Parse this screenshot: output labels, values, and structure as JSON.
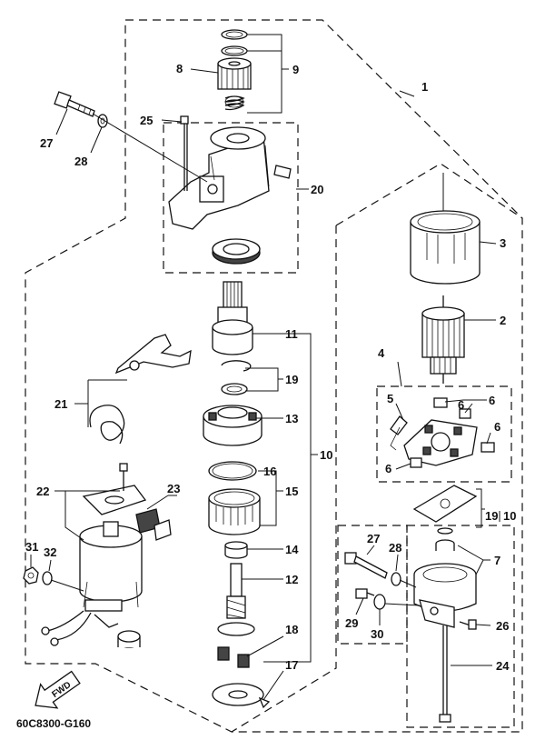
{
  "drawing_code": "60C8300-G160",
  "fwd_label": "FWD",
  "callouts": [
    "1",
    "2",
    "3",
    "4",
    "5",
    "6",
    "6",
    "6",
    "6",
    "7",
    "8",
    "9",
    "10",
    "11",
    "12",
    "13",
    "14",
    "15",
    "16",
    "17",
    "18",
    "19",
    "19",
    "10",
    "20",
    "21",
    "22",
    "23",
    "24",
    "25",
    "26",
    "27",
    "27",
    "28",
    "28",
    "29",
    "30",
    "31",
    "32"
  ]
}
